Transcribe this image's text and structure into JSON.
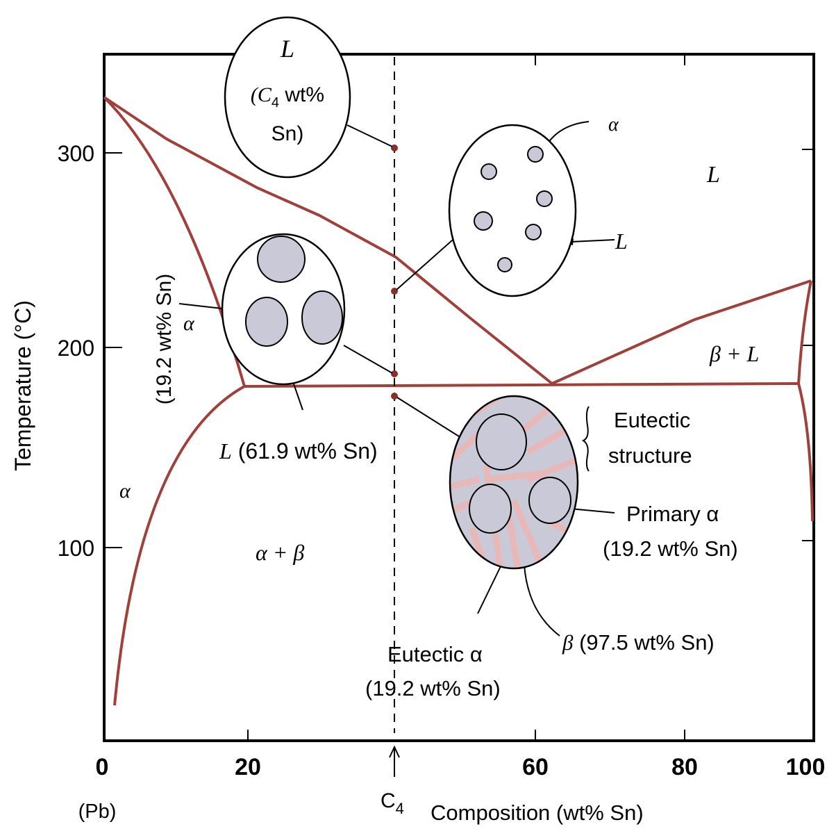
{
  "x_axis": {
    "label": "Composition (wt% Sn)",
    "ticks": [
      {
        "value": 0,
        "label": "0"
      },
      {
        "value": 20,
        "label": "20"
      },
      {
        "value": 60,
        "label": "60"
      },
      {
        "value": 80,
        "label": "80"
      },
      {
        "value": 100,
        "label": "100"
      }
    ],
    "left_end_label": "(Pb)",
    "marker_label": "C",
    "marker_sub": "4"
  },
  "y_axis": {
    "label": "Temperature (°C)",
    "ticks": [
      {
        "value": 100,
        "label": "100"
      },
      {
        "value": 200,
        "label": "200"
      },
      {
        "value": 300,
        "label": "300"
      }
    ]
  },
  "regions": {
    "liquid": "L",
    "alpha_left": "α",
    "alpha_upper": "α",
    "alpha_beta": "α + β",
    "beta_liquid": "β + L"
  },
  "bubble_liquid": {
    "phase": "L",
    "line2_pre": "(C",
    "line2_sub": "4",
    "line2_post": " wt%",
    "line3": "Sn)"
  },
  "bubble_alpha_liquid": {
    "alpha_label": "α",
    "liquid_label": "L"
  },
  "labels": {
    "alpha_comp": "(19.2 wt% Sn)",
    "liquid_comp_phase": "L",
    "liquid_comp_text": " (61.9 wt% Sn)",
    "eutectic_structure_1": "Eutectic",
    "eutectic_structure_2": "structure",
    "primary_alpha_1": "Primary α",
    "primary_alpha_2": "(19.2 wt% Sn)",
    "beta_comp_symbol": "β",
    "beta_comp_text": " (97.5 wt% Sn)",
    "eutectic_alpha_1": "Eutectic α",
    "eutectic_alpha_2": "(19.2 wt% Sn)"
  },
  "colors": {
    "phase_line": "#a0403a",
    "point": "#8a2f2a",
    "grain_fill": "#c9c9d8",
    "beta_lamella": "#e8b8b8"
  },
  "data_points": [
    {
      "composition": 40,
      "temperature": 305
    },
    {
      "composition": 40,
      "temperature": 230
    },
    {
      "composition": 40,
      "temperature": 187
    },
    {
      "composition": 40,
      "temperature": 176
    }
  ]
}
